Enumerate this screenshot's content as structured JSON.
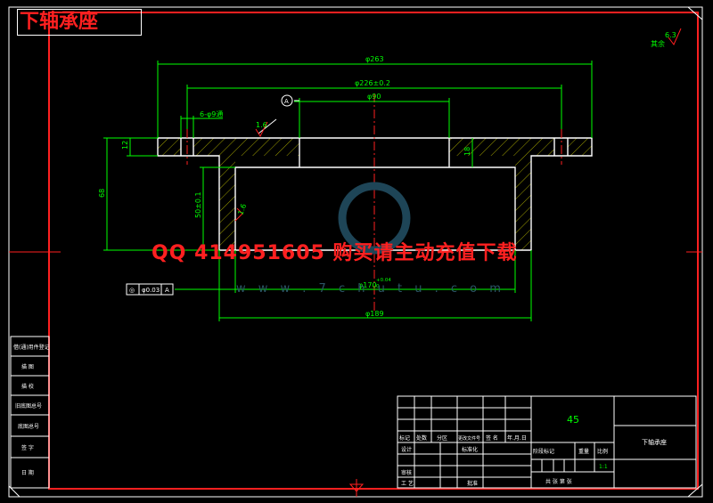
{
  "title": "下轴承座",
  "watermark": "QQ 414951605 购买请主动充值下载",
  "watermark_url": "w w w . 7 c h u t u . c o m",
  "roughness": {
    "label": "其余",
    "value": "6.3"
  },
  "dimensions": {
    "d263": "φ263",
    "d226": "φ226±0.2",
    "d90": "φ90",
    "holes": "6-φ9通",
    "r16a": "1.6",
    "h12": "12",
    "h18": "18",
    "h68": "68",
    "h50": "50±0.1",
    "r16b": "1.6",
    "d170": "φ170",
    "tol_up": "+0.04",
    "tol_dn": "0",
    "d189": "φ189"
  },
  "datum": "A",
  "gdt": {
    "symbol": "◎",
    "value": "φ0.03",
    "datum": "A"
  },
  "side_labels": [
    "借(通)用件登记",
    "描 图",
    "描 校",
    "旧底图总号",
    "底图总号",
    "签 字",
    "日 期"
  ],
  "title_block": {
    "material": "45",
    "part_name": "下轴承座",
    "header_cells": [
      "标记",
      "处数",
      "分区",
      "更改文件号",
      "签 名",
      "年.月.日"
    ],
    "labels": {
      "design": "设计",
      "standard": "标准化",
      "audit": "审核",
      "process": "工 艺",
      "approve": "批准",
      "stage": "阶段标记",
      "weight": "重量",
      "scale": "比例",
      "scale_value": "1:1",
      "sheets": "共  张  第  张"
    }
  }
}
